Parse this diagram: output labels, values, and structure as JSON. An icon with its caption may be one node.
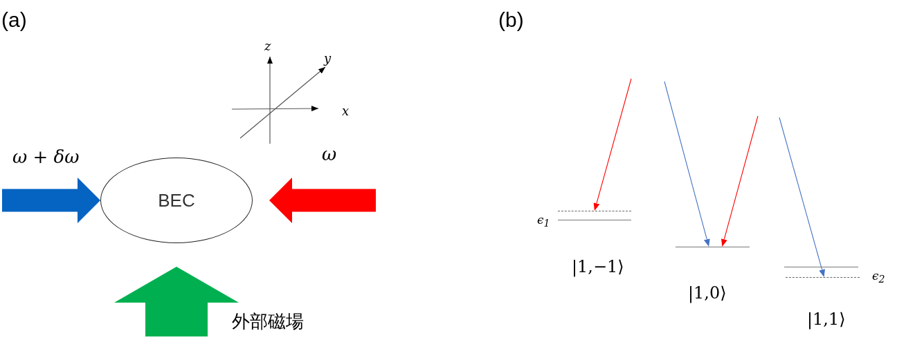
{
  "diagram": {
    "nodes": [
      {
        "text": [
          "BEC"
        ]
      },
      {
        "text": [],
        "shape": "bar"
      },
      {
        "text": [],
        "shape": "bar",
        "beside": [
          "|1,−1⟩"
        ]
      },
      {
        "text": [],
        "shape": "bar",
        "beside": [
          "|1,0⟩"
        ]
      },
      {
        "text": [],
        "shape": "bar",
        "beside": [
          "|1,1⟩"
        ]
      },
      {
        "text": [],
        "shape": "bar"
      }
    ],
    "edges": [
      {
        "from": null,
        "to": 0,
        "arrow": "to",
        "label": "ω + δω",
        "style": "thick",
        "color": "#0563c1"
      },
      {
        "from": null,
        "to": 0,
        "arrow": "to",
        "label": "ω",
        "style": "thick",
        "color": "#ff0000"
      },
      {
        "from": null,
        "to": 0,
        "arrow": "to",
        "label": "外部磁場",
        "style": "thick",
        "color": "#00b050"
      },
      {
        "from": null,
        "to": 1,
        "arrow": "to",
        "color": "#ff0000"
      },
      {
        "from": null,
        "to": 3,
        "arrow": "to",
        "color": "#4472c4"
      },
      {
        "from": null,
        "to": 3,
        "arrow": "to",
        "color": "#ff0000"
      },
      {
        "from": null,
        "to": 5,
        "arrow": "to",
        "color": "#4472c4"
      }
    ],
    "labels": [
      "(a)",
      "z",
      "y",
      "x",
      "(b)",
      "ϵ$_{1}$",
      "ϵ$_{2}$"
    ]
  }
}
